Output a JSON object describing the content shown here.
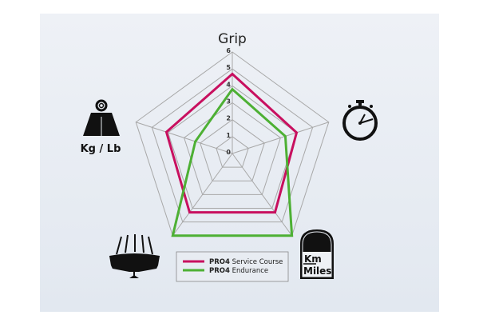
{
  "chart_data": {
    "type": "radar",
    "title": "",
    "axes": [
      {
        "label": "Grip",
        "icon": null
      },
      {
        "label": "",
        "icon": "stopwatch-icon"
      },
      {
        "label": "Km Miles",
        "icon": "odometer-icon"
      },
      {
        "label": "",
        "icon": "tread-wear-icon"
      },
      {
        "label": "Kg / Lb",
        "icon": "weight-icon"
      }
    ],
    "axis_title": "Grip",
    "weight_label": "Kg / Lb",
    "km_label": "Km",
    "miles_label": "Miles",
    "ticks": [
      "0",
      "1",
      "2",
      "3",
      "4",
      "5",
      "6"
    ],
    "range": [
      0,
      6
    ],
    "series": [
      {
        "name_bold": "PRO4",
        "name": "Service Course",
        "color": "#c8105f",
        "values": [
          4.7,
          4.0,
          4.3,
          4.3,
          4.1
        ]
      },
      {
        "name_bold": "PRO4",
        "name": "Endurance",
        "color": "#4db034",
        "values": [
          3.8,
          3.3,
          6,
          6,
          2.3
        ]
      }
    ],
    "legend_position": "bottom-center"
  }
}
